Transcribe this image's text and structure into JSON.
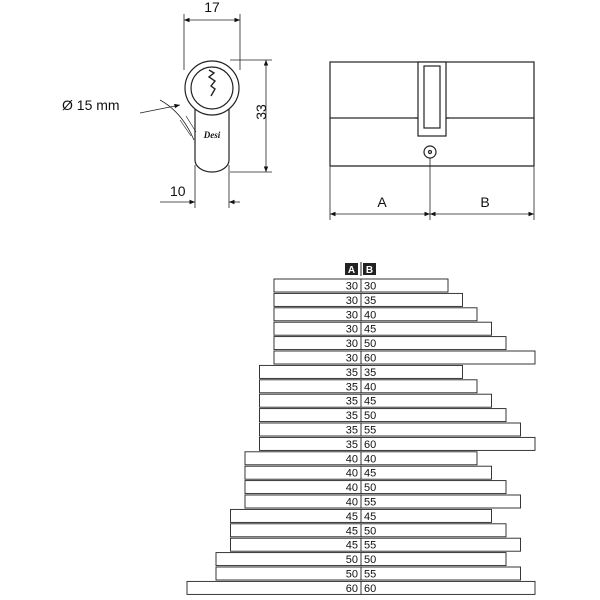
{
  "dimensions": {
    "width_top": "17",
    "height_side": "33",
    "diameter": "Ø 15 mm",
    "width_bottom": "10",
    "label_a": "A",
    "label_b": "B"
  },
  "brand_logo": "Desi",
  "table": {
    "header_a": "A",
    "header_b": "B",
    "rows": [
      {
        "a": "30",
        "b": "30"
      },
      {
        "a": "30",
        "b": "35"
      },
      {
        "a": "30",
        "b": "40"
      },
      {
        "a": "30",
        "b": "45"
      },
      {
        "a": "30",
        "b": "50"
      },
      {
        "a": "30",
        "b": "60"
      },
      {
        "a": "35",
        "b": "35"
      },
      {
        "a": "35",
        "b": "40"
      },
      {
        "a": "35",
        "b": "45"
      },
      {
        "a": "35",
        "b": "50"
      },
      {
        "a": "35",
        "b": "55"
      },
      {
        "a": "35",
        "b": "60"
      },
      {
        "a": "40",
        "b": "40"
      },
      {
        "a": "40",
        "b": "45"
      },
      {
        "a": "40",
        "b": "50"
      },
      {
        "a": "40",
        "b": "55"
      },
      {
        "a": "45",
        "b": "45"
      },
      {
        "a": "45",
        "b": "50"
      },
      {
        "a": "45",
        "b": "55"
      },
      {
        "a": "50",
        "b": "50"
      },
      {
        "a": "50",
        "b": "55"
      },
      {
        "a": "60",
        "b": "60"
      }
    ]
  },
  "colors": {
    "line": "#222222",
    "header_fill": "#222222"
  }
}
